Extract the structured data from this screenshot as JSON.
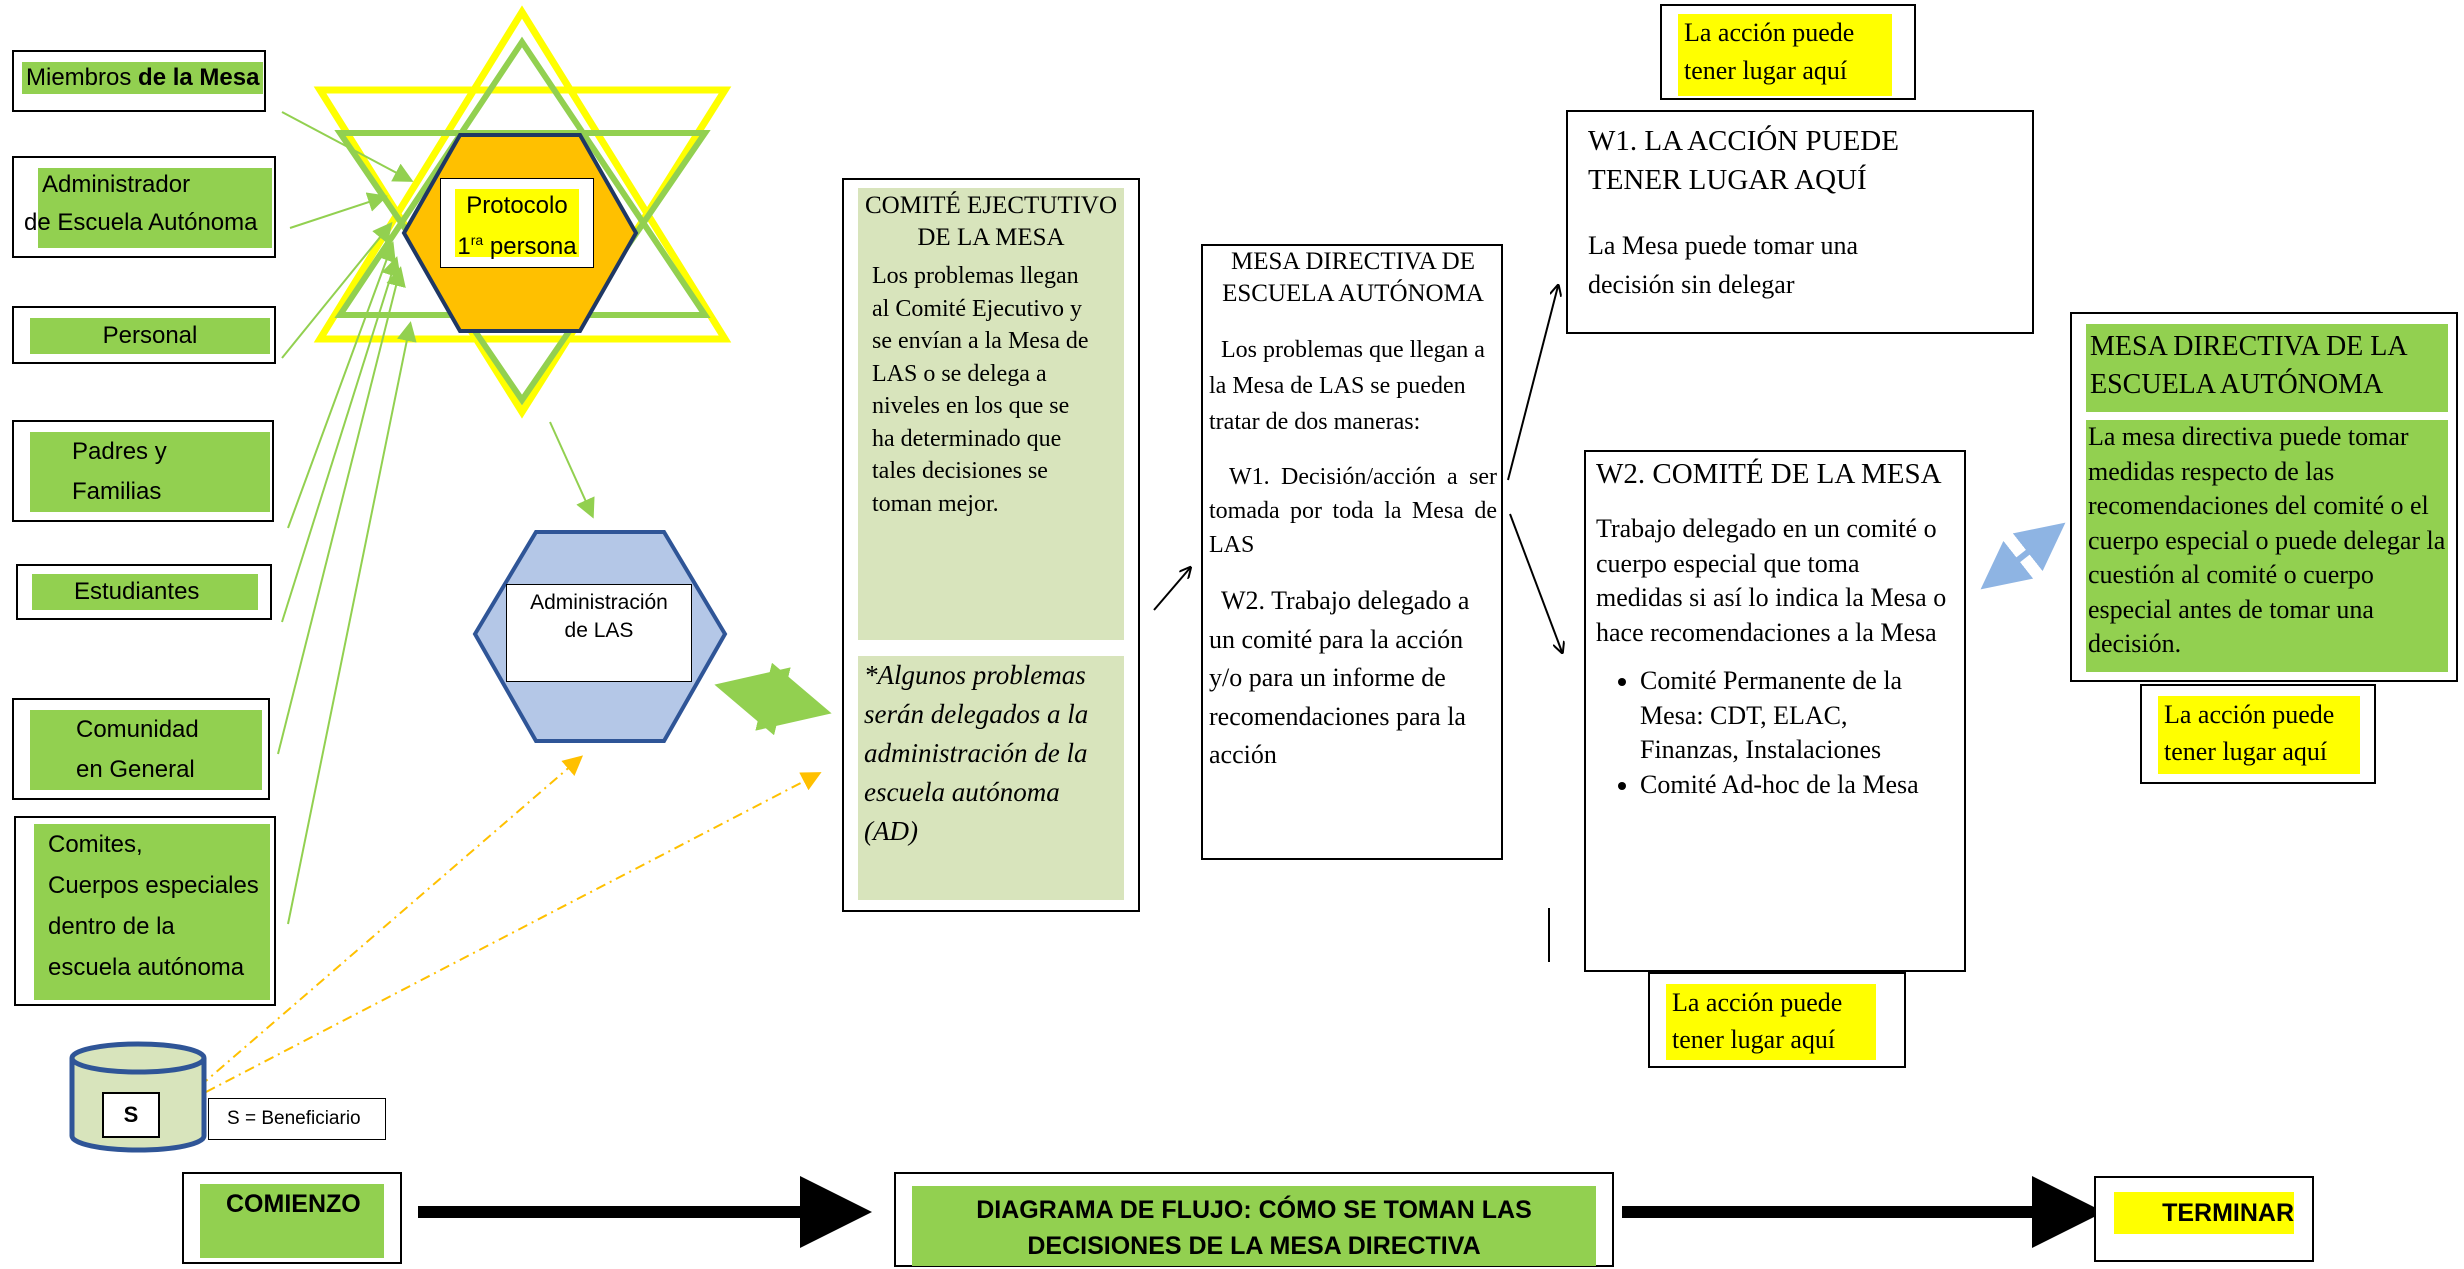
{
  "left_groups": {
    "members_prefix": "Miembros ",
    "members_bold": "de la Mesa",
    "admin_line1": "Administrador",
    "admin_line2": "de Escuela Autónoma",
    "staff": "Personal",
    "parents_line1": "Padres y",
    "parents_line2": "Familias",
    "students": "Estudiantes",
    "community_line1": "Comunidad",
    "community_line2": "en General",
    "committees_line1": "Comites,",
    "committees_line2": "Cuerpos especiales",
    "committees_line3": "dentro de la",
    "committees_line4": "escuela autónoma"
  },
  "star": {
    "protocol_line1": "Protocolo",
    "protocol_num": "1",
    "protocol_sup": "ra",
    "protocol_rest": " persona"
  },
  "admin_hex": {
    "line1": "Administración",
    "line2": "de LAS"
  },
  "beneficiary": {
    "symbol": "S",
    "legend": "S = Beneficiario"
  },
  "executive_committee": {
    "title_line1": "COMITÉ EJECTUTIVO",
    "title_line2": "DE LA MESA",
    "body": "Los problemas llegan al Comité Ejecutivo y se envían a la Mesa de LAS o se delega a niveles en los que se ha determinado que tales decisiones se toman mejor.",
    "note": "*Algunos problemas serán delegados a la administración de la escuela autónoma (AD)"
  },
  "board": {
    "title_line1": "MESA DIRECTIVA DE",
    "title_line2": "ESCUELA AUTÓNOMA",
    "intro": "Los problemas que llegan a la Mesa de LAS se pueden tratar de dos maneras:",
    "w1": "W1. Decisión/acción a ser tomada por toda la Mesa de LAS",
    "w2": "W2. Trabajo delegado a un comité para la acción y/o para un informe de recomendaciones para la acción"
  },
  "w1_box": {
    "title_line1": "W1. LA ACCIÓN PUEDE",
    "title_line2": "TENER LUGAR AQUÍ",
    "body": "La Mesa puede tomar una decisión sin delegar"
  },
  "w2_box": {
    "title": "W2. COMITÉ DE LA MESA",
    "body": "Trabajo delegado en un comité o cuerpo especial que toma medidas si así lo indica la Mesa o hace recomendaciones a la Mesa",
    "bullets": [
      "Comité Permanente de la Mesa: CDT, ELAC, Finanzas, Instalaciones",
      "Comité Ad-hoc de la Mesa"
    ]
  },
  "right_board": {
    "title": "MESA DIRECTIVA DE LA ESCUELA AUTÓNOMA",
    "body": "La mesa directiva puede tomar medidas respecto de las recomendaciones del comité o el cuerpo especial o puede delegar la cuestión al comité o cuerpo especial antes de tomar una decisión."
  },
  "action_labels": {
    "top_line1": "La acción puede",
    "top_line2": "tener lugar aquí",
    "bottom_line1": "La acción puede",
    "bottom_line2": "tener lugar aquí",
    "right_line1": "La acción puede",
    "right_line2": "tener lugar aquí"
  },
  "footer": {
    "start": "COMIENZO",
    "title_line1": "DIAGRAMA DE FLUJO: CÓMO SE TOMAN LAS",
    "title_line2": "DECISIONES DE LA MESA DIRECTIVA",
    "end": "TERMINAR"
  },
  "colors": {
    "green": "#92d050",
    "light_green": "#d8e4bc",
    "yellow": "#ffff00",
    "orange": "#ffc000",
    "hex_blue": "#b4c7e7",
    "navy": "#1f3864",
    "arrow_blue": "#8eb4e3"
  }
}
